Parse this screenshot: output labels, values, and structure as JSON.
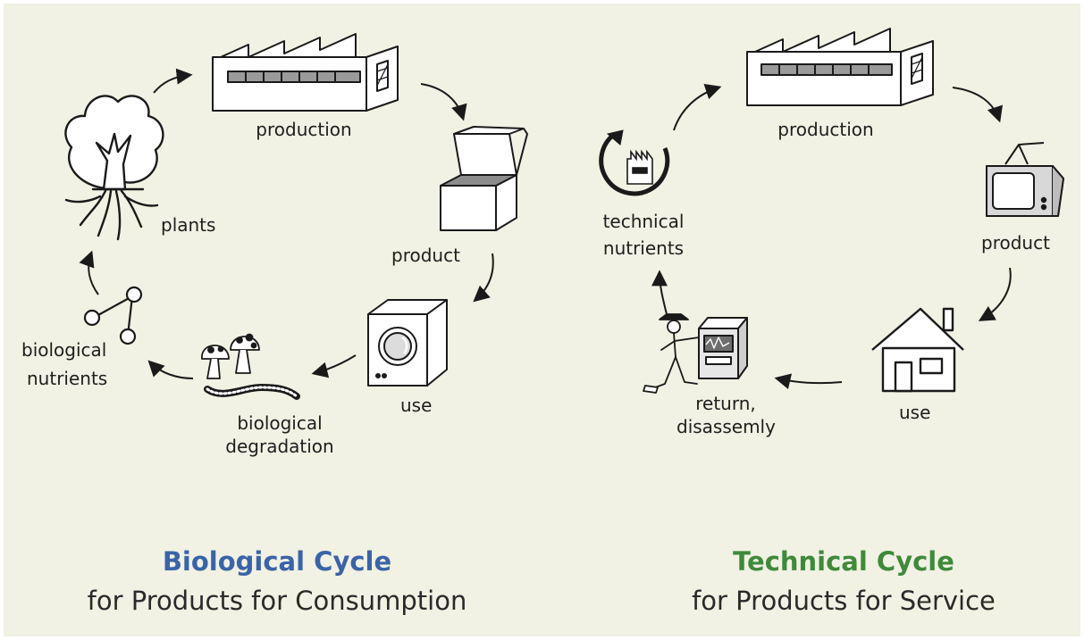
{
  "biological_cycle": {
    "stages": {
      "production": "production",
      "product": "product",
      "use": "use",
      "degradation_line1": "biological",
      "degradation_line2": "degradation",
      "nutrients_line1": "biological",
      "nutrients_line2": "nutrients",
      "plants": "plants"
    },
    "title": "Biological Cycle",
    "subtitle": "for Products for Consumption",
    "title_color": "#3a64a8"
  },
  "technical_cycle": {
    "stages": {
      "production": "production",
      "product": "product",
      "use": "use",
      "return_line1": "return,",
      "return_line2": "disassemly",
      "nutrients_line1": "technical",
      "nutrients_line2": "nutrients"
    },
    "title": "Technical Cycle",
    "subtitle": "for Products for Service",
    "title_color": "#3f8a3a"
  },
  "icons": [
    "tree-icon",
    "factory-icon",
    "box-icon",
    "washing-machine-icon",
    "mushroom-icon",
    "worm-icon",
    "molecule-icon",
    "tv-icon",
    "house-icon",
    "person-icon",
    "machine-icon",
    "recycle-icon"
  ]
}
